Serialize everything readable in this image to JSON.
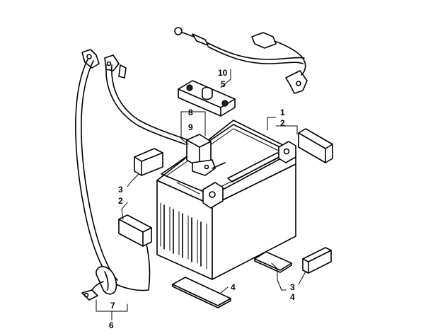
{
  "callouts": {
    "c1": "1",
    "c2_top": "2",
    "c2_left": "2",
    "c3_left": "3",
    "c3_right": "3",
    "c4_bottom": "4",
    "c4_right": "4",
    "c5": "5",
    "c6": "6",
    "c7": "7",
    "c8": "8",
    "c9": "9",
    "c10": "10"
  }
}
